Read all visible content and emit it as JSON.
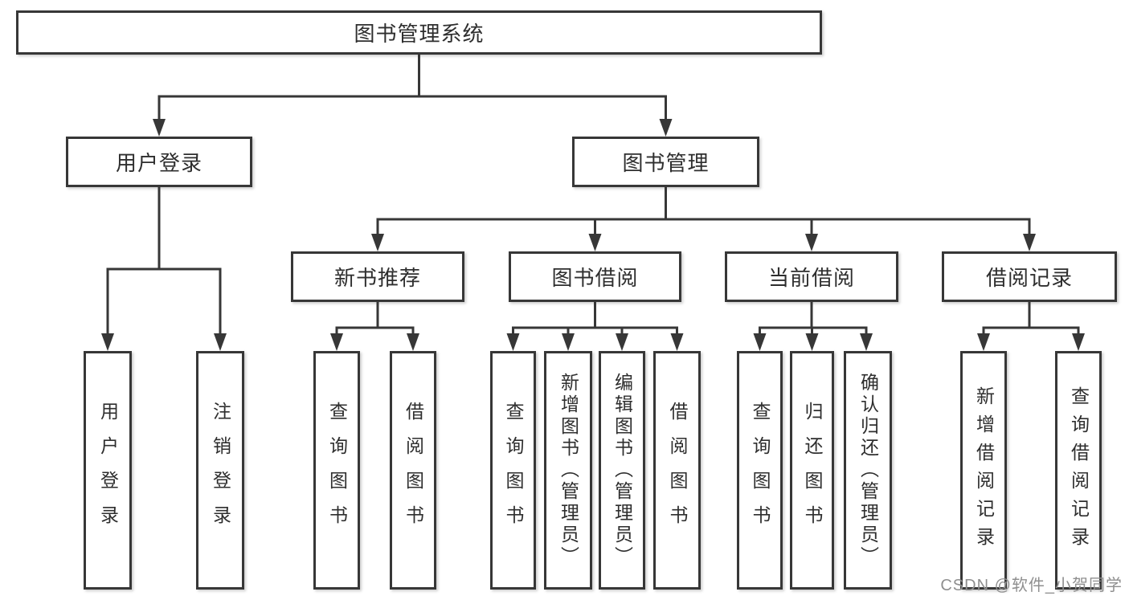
{
  "diagram": {
    "root": "图书管理系统",
    "user_login": {
      "label": "用户登录",
      "children": [
        "用户登录",
        "注销登录"
      ]
    },
    "book_mgmt": {
      "label": "图书管理",
      "sections": {
        "new_books": {
          "label": "新书推荐",
          "children": [
            "查询图书",
            "借阅图书"
          ]
        },
        "book_borrow": {
          "label": "图书借阅",
          "children": [
            "查询图书",
            "新增图书（管理员）",
            "编辑图书（管理员）",
            "借阅图书"
          ]
        },
        "current_borrow": {
          "label": "当前借阅",
          "children": [
            "查询图书",
            "归还图书",
            "确认归还（管理员）"
          ]
        },
        "borrow_records": {
          "label": "借阅记录",
          "children": [
            "新增借阅记录",
            "查询借阅记录"
          ]
        }
      }
    }
  },
  "watermark": "CSDN @软件_小贺同学",
  "colors": {
    "line": "#373737",
    "text": "#2e2e2e",
    "background": "#ffffff",
    "watermark": "#8f8f8f"
  }
}
